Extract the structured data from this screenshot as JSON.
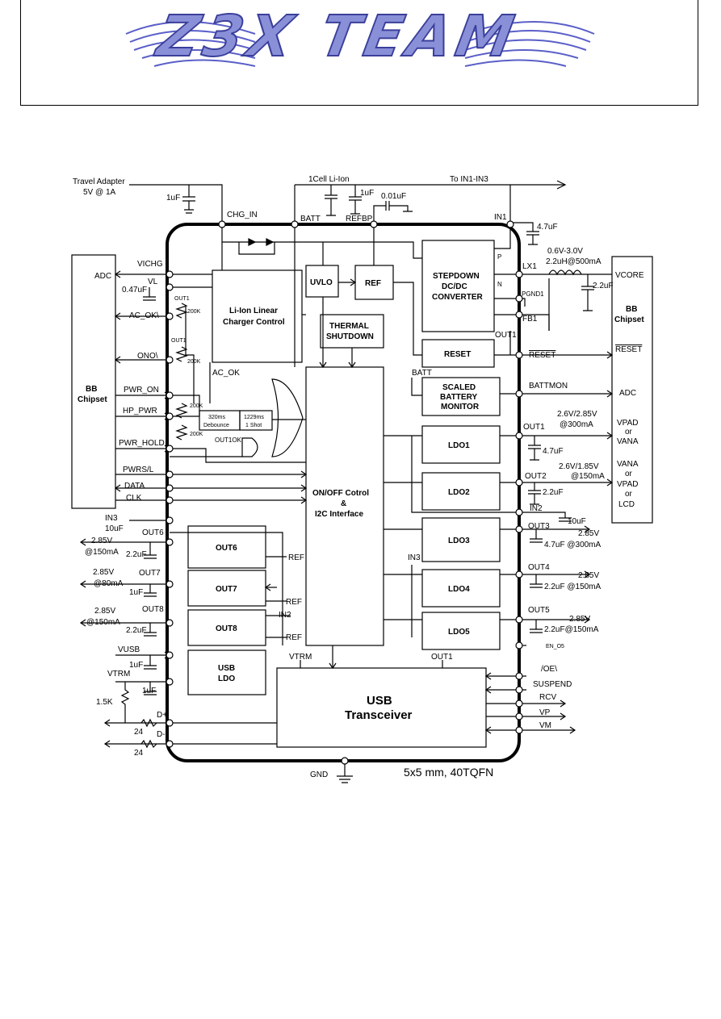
{
  "header": {
    "logo_text": "Z3X TEAM",
    "colors": {
      "logo_fill": "#8a90d8",
      "logo_stroke": "#3a3f9a",
      "wing": "#5a5fc8"
    }
  },
  "diagram": {
    "top": {
      "travel_adapter_1": "Travel Adapter",
      "travel_adapter_2": "5V @ 1A",
      "cap_1uf_a": "1uF",
      "chg_in": "CHG_IN",
      "cell": "1Cell Li-Ion",
      "cap_1uf_b": "1uF",
      "to_in": "To IN1-IN3",
      "cap_001uf": "0.01uF",
      "batt": "BATT",
      "refbp": "REFBP",
      "in1": "IN1",
      "cap_47uf": "4.7uF",
      "vcore_range": "0.6V-3.0V",
      "inductor": "2.2uH@500mA",
      "vcore": "VCORE",
      "lx1": "LX1",
      "pgnd1": "PGND1",
      "cap_22uf_core": "2.2uF",
      "fb1": "FB1",
      "p_label": "P",
      "n_label": "N"
    },
    "left_bb": {
      "title_1": "BB",
      "title_2": "Chipset",
      "adc": "ADC",
      "vichg": "VICHG",
      "vl": "VL",
      "cap_047": "0.47uF",
      "out1_a": "OUT1",
      "r200k_a": "200K",
      "ac_ok_bar": "AC_OK\\",
      "out1_b": "OUT1",
      "r200k_b": "200K",
      "ono": "ONO\\",
      "ac_ok": "AC_OK",
      "pwr_on": "PWR_ON",
      "r200k_c": "200K",
      "hp_pwr": "HP_PWR",
      "r200k_d": "200K",
      "pwr_hold": "PWR_HOLD",
      "out1_ok": "OUT1OK",
      "pwrs": "PWRS/L",
      "data": "DATA",
      "clk": "CLK",
      "debounce_1": "320ms",
      "debounce_2": "Debounce",
      "shot_1": "1229ms",
      "shot_2": "1 Shot"
    },
    "blocks": {
      "charger_1": "Li-Ion Linear",
      "charger_2": "Charger Control",
      "uvlo": "UVLO",
      "ref": "REF",
      "stepdown_1": "STEPDOWN",
      "stepdown_2": "DC/DC",
      "stepdown_3": "CONVERTER",
      "thermal_1": "THERMAL",
      "thermal_2": "SHUTDOWN",
      "reset": "RESET",
      "sbm_1": "SCALED",
      "sbm_2": "BATTERY",
      "sbm_3": "MONITOR",
      "onoff_1": "ON/OFF Cotrol",
      "onoff_2": "&",
      "onoff_3": "I2C Interface",
      "ldo1": "LDO1",
      "ldo2": "LDO2",
      "ldo3": "LDO3",
      "ldo4": "LDO4",
      "ldo5": "LDO5",
      "out6": "OUT6",
      "out7": "OUT7",
      "out8": "OUT8",
      "usb_ldo_1": "USB",
      "usb_ldo_2": "LDO",
      "usb_tx_1": "USB",
      "usb_tx_2": "Transceiver"
    },
    "right": {
      "bb_1": "BB",
      "bb_2": "Chipset",
      "vcore": "VCORE",
      "reset_out": "RESET",
      "reset_bb": "RESET",
      "out1_r": "OUT1",
      "batt_r": "BATT",
      "battmon": "BATTMON",
      "adc": "ADC",
      "out1": "OUT1",
      "out1_v": "2.6V/2.85V",
      "out1_i": "@300mA",
      "cap_out1": "4.7uF",
      "vpad1": "VPAD",
      "or1": "or",
      "vana1": "VANA",
      "out2": "OUT2",
      "out2_v": "2.6V/1.85V",
      "out2_i": "@150mA",
      "cap_out2": "2.2uF",
      "vana2": "VANA",
      "or2": "or",
      "vpad2": "VPAD",
      "or3": "or",
      "lcd": "LCD",
      "in2": "IN2",
      "cap_10uf_in2": "10uF",
      "out3": "OUT3",
      "out3_v": "2.85V",
      "out3_c": "4.7uF @300mA",
      "in3": "IN3",
      "out4": "OUT4",
      "out4_v": "2.85V",
      "out4_c": "2.2uF @150mA",
      "out5": "OUT5",
      "out5_v": "2.85V",
      "out5_c": "2.2uF@150mA",
      "en_o5": "EN_O5",
      "oe": "/OE\\",
      "suspend": "SUSPEND",
      "rcv": "RCV",
      "vp": "VP",
      "vm": "VM"
    },
    "left_out": {
      "in3": "IN3",
      "cap_10uf": "10uF",
      "out6_v": "2.85V",
      "out6_i": "@150mA",
      "out6": "OUT6",
      "cap_22a": "2.2uF",
      "ref_a": "REF",
      "out7_v": "2.85V",
      "out7_i": "@80mA",
      "out7": "OUT7",
      "cap_1uf": "1uF",
      "ref_b": "REF",
      "out8_v": "2.85V",
      "out8_i": "@150mA",
      "out8": "OUT8",
      "cap_22b": "2.2uF",
      "in2": "IN2",
      "ref_c": "REF",
      "vusb": "VUSB",
      "cap_usb": "1uF",
      "vtrm": "VTRM",
      "cap_vtrm": "1uF",
      "r15k": "1.5K",
      "dplus": "D+",
      "dminus": "D-",
      "r24a": "24",
      "r24b": "24",
      "vtrm_in": "VTRM",
      "out1_usb": "OUT1"
    },
    "bottom": {
      "gnd": "GND",
      "package": "5x5 mm, 40TQFN"
    }
  }
}
